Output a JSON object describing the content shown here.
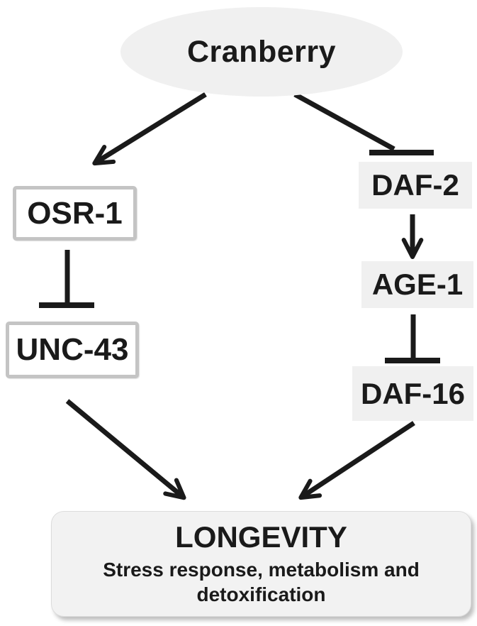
{
  "figure": {
    "type": "pathway-diagram",
    "background": "#ffffff",
    "nodes": {
      "cranberry": {
        "label": "Cranberry",
        "shape": "ellipse",
        "fill": "#f0f0f0"
      },
      "osr1": {
        "label": "OSR-1",
        "shape": "bordered-box",
        "fill": "#ffffff",
        "border": "#c4c4c4"
      },
      "unc43": {
        "label": "UNC-43",
        "shape": "bordered-box",
        "fill": "#ffffff",
        "border": "#c4c4c4"
      },
      "daf2": {
        "label": "DAF-2",
        "shape": "shaded-box",
        "fill": "#f0f0f0"
      },
      "age1": {
        "label": "AGE-1",
        "shape": "shaded-box",
        "fill": "#f0f0f0"
      },
      "daf16": {
        "label": "DAF-16",
        "shape": "shaded-box",
        "fill": "#f0f0f0"
      },
      "longevity": {
        "title": "LONGEVITY",
        "subtitle": "Stress response, metabolism and detoxification",
        "shape": "rounded-box",
        "fill": "#f2f2f2"
      }
    },
    "edges": [
      {
        "from": "cranberry",
        "to": "osr1",
        "type": "activation-arrow"
      },
      {
        "from": "cranberry",
        "to": "daf2",
        "type": "inhibition-tbar"
      },
      {
        "from": "osr1",
        "to": "unc43",
        "type": "inhibition-tbar"
      },
      {
        "from": "daf2",
        "to": "age1",
        "type": "activation-arrow"
      },
      {
        "from": "age1",
        "to": "daf16",
        "type": "inhibition-tbar"
      },
      {
        "from": "unc43",
        "to": "longevity",
        "type": "activation-arrow"
      },
      {
        "from": "daf16",
        "to": "longevity",
        "type": "activation-arrow"
      }
    ],
    "colors": {
      "line": "#1a1a1a",
      "shaded_node_fill": "#f0f0f0",
      "bordered_node_border": "#c4c4c4",
      "longevity_fill": "#f2f2f2"
    }
  }
}
